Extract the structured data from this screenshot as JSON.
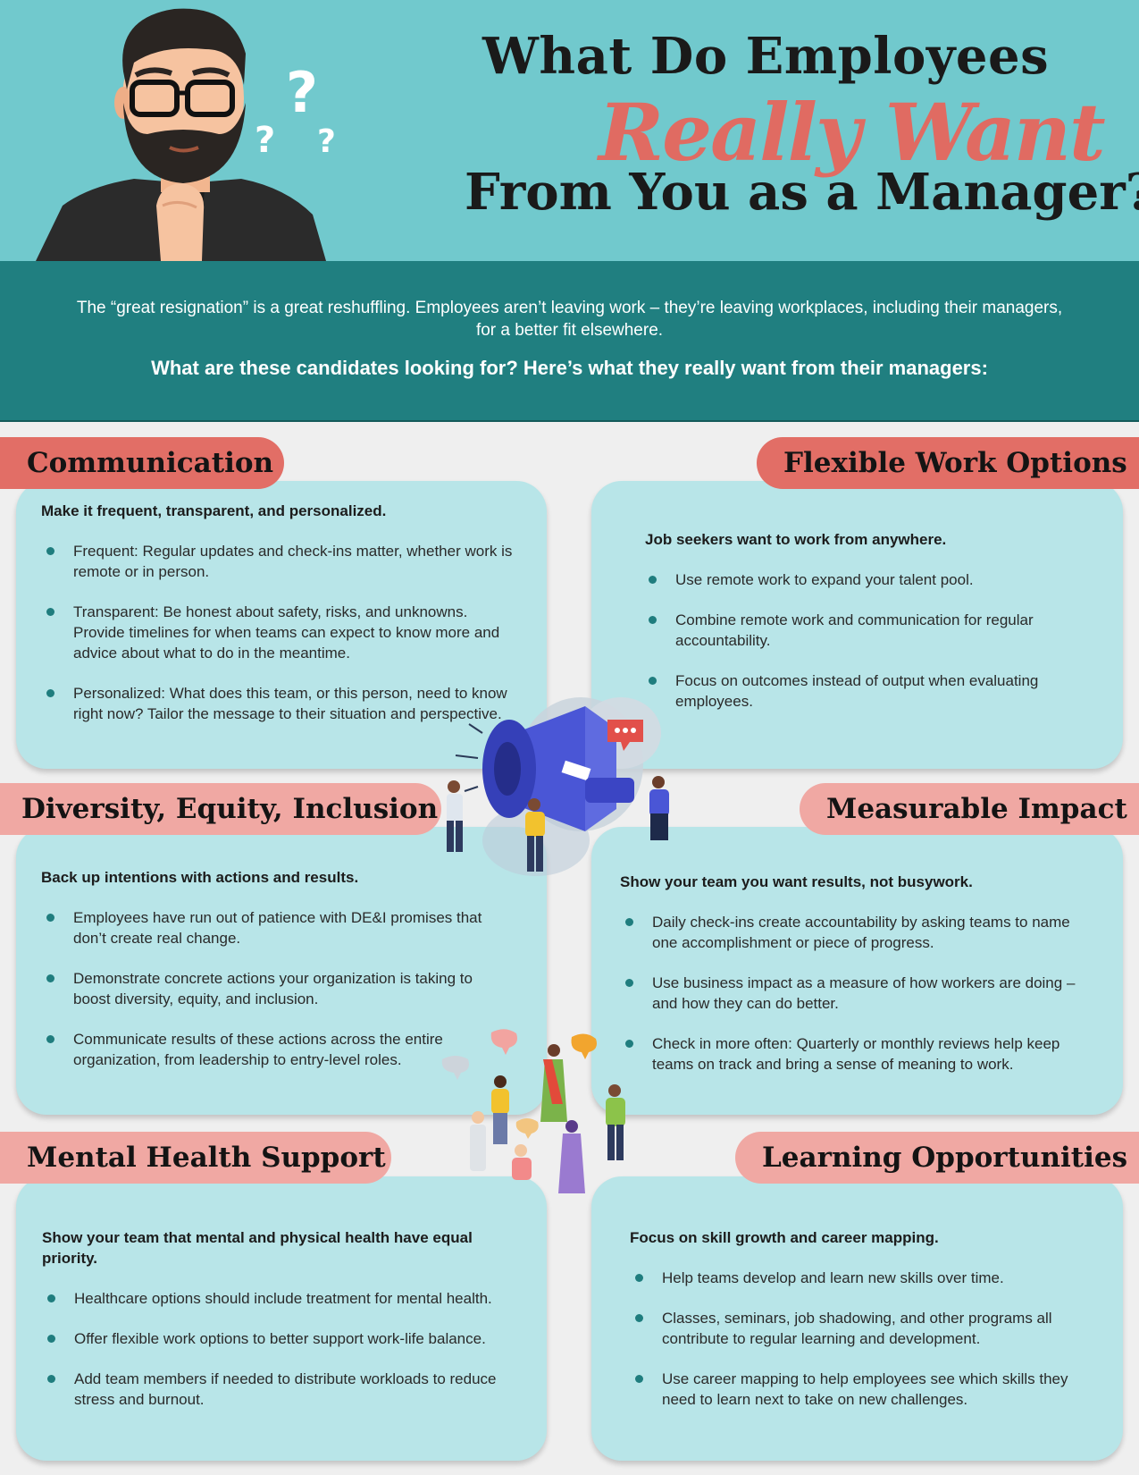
{
  "header": {
    "title_line1": "What Do Employees",
    "title_line2": "Really Want",
    "title_line3": "From You as a Manager?"
  },
  "intro": {
    "lead": "The “great resignation” is a great reshuffling. Employees aren’t leaving work – they’re leaving workplaces, including their managers, for a better fit elsewhere.",
    "question": "What are these candidates looking for? Here’s what they really want from their managers:"
  },
  "sections": [
    {
      "title": "Communication",
      "heading": "Make it frequent, transparent, and personalized.",
      "bullets": [
        "Frequent: Regular updates and check-ins matter, whether work is remote or in person.",
        "Transparent: Be honest about safety, risks, and unknowns. Provide timelines for when teams can expect to know more and advice about what to do in the meantime.",
        "Personalized: What does this team, or this person, need to know right now? Tailor the message to their situation and perspective."
      ]
    },
    {
      "title": "Flexible Work Options",
      "heading": "Job seekers want to work from anywhere.",
      "bullets": [
        "Use remote work to expand your talent pool.",
        "Combine remote work and communication for regular accountability.",
        "Focus on outcomes instead of output when evaluating employees."
      ]
    },
    {
      "title": "Diversity, Equity, Inclusion",
      "heading": "Back up intentions with actions and results.",
      "bullets": [
        "Employees have run out of patience with DE&I promises that don’t create real change.",
        "Demonstrate concrete actions your organization is taking to boost diversity, equity, and inclusion.",
        "Communicate results of these actions across the entire organization, from leadership to entry-level roles."
      ]
    },
    {
      "title": "Measurable Impact",
      "heading": "Show your team you want results, not busywork.",
      "bullets": [
        "Daily check-ins create accountability by asking teams to name one accomplishment or piece of progress.",
        "Use business impact as a measure of how workers are doing – and how they can do better.",
        "Check in more often: Quarterly or monthly reviews help keep teams on track and bring a sense of meaning to work."
      ]
    },
    {
      "title": "Mental Health Support",
      "heading": "Show your team that mental and physical health have equal priority.",
      "bullets": [
        "Healthcare options should include treatment for mental health.",
        "Offer flexible work options to better support work-life balance.",
        "Add team members if needed to distribute workloads to reduce stress and burnout."
      ]
    },
    {
      "title": "Learning Opportunities",
      "heading": "Focus on skill growth and career mapping.",
      "bullets": [
        "Help teams develop and learn new skills over time.",
        "Classes, seminars, job shadowing, and other programs all contribute to regular learning and development.",
        "Use career mapping to help employees see which skills they need to learn next to take on new challenges."
      ]
    }
  ],
  "illustrations": {
    "header_icon": "thinking-man-icon",
    "center_icon": "megaphone-icon",
    "bottom_icon": "people-group-icon"
  },
  "colors": {
    "header_bg": "#71c9cd",
    "intro_bg": "#207f80",
    "accent_red": "#e06b62",
    "pill_dark": "#e26e66",
    "pill_light": "#f0a8a3",
    "card_bg": "#b8e5e8",
    "bullet": "#1f7d7e"
  }
}
